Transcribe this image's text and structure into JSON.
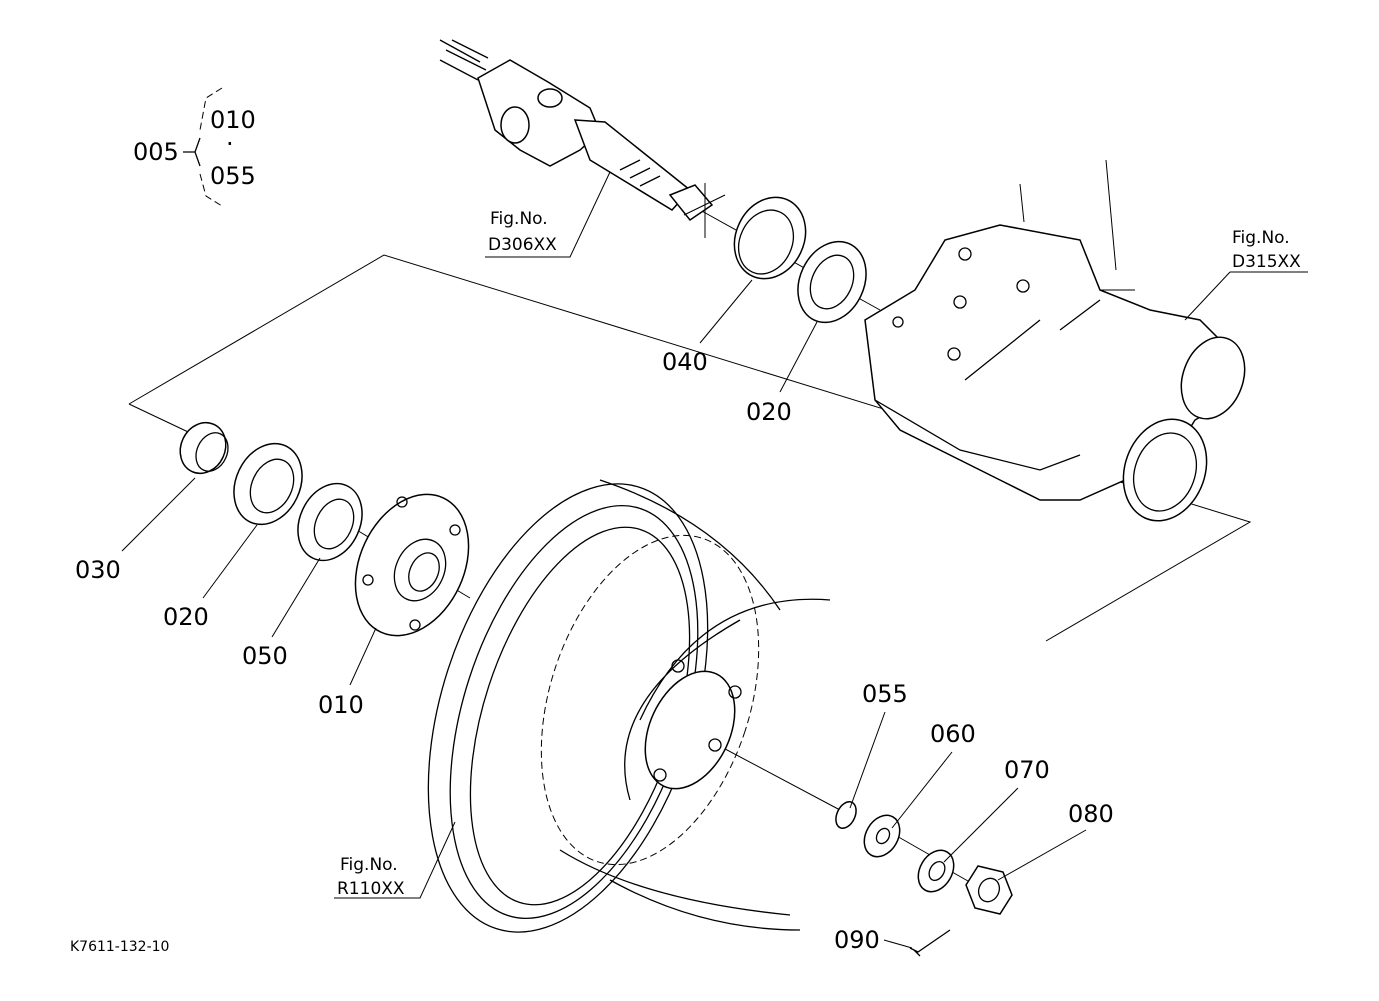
{
  "group": {
    "parent": "005",
    "range_start": "010",
    "range_sep": "·",
    "range_end": "055"
  },
  "callouts": [
    {
      "id": "030",
      "text": "030"
    },
    {
      "id": "020a",
      "text": "020"
    },
    {
      "id": "050",
      "text": "050"
    },
    {
      "id": "010",
      "text": "010"
    },
    {
      "id": "040",
      "text": "040"
    },
    {
      "id": "020b",
      "text": "020"
    },
    {
      "id": "055",
      "text": "055"
    },
    {
      "id": "060",
      "text": "060"
    },
    {
      "id": "070",
      "text": "070"
    },
    {
      "id": "080",
      "text": "080"
    },
    {
      "id": "090",
      "text": "090"
    }
  ],
  "figure_refs": [
    {
      "id": "d306",
      "prefix": "Fig.No.",
      "number": "D306XX"
    },
    {
      "id": "d315",
      "prefix": "Fig.No.",
      "number": "D315XX"
    },
    {
      "id": "r110",
      "prefix": "Fig.No.",
      "number": "R110XX"
    }
  ],
  "drawing_code": "K7611-132-10"
}
